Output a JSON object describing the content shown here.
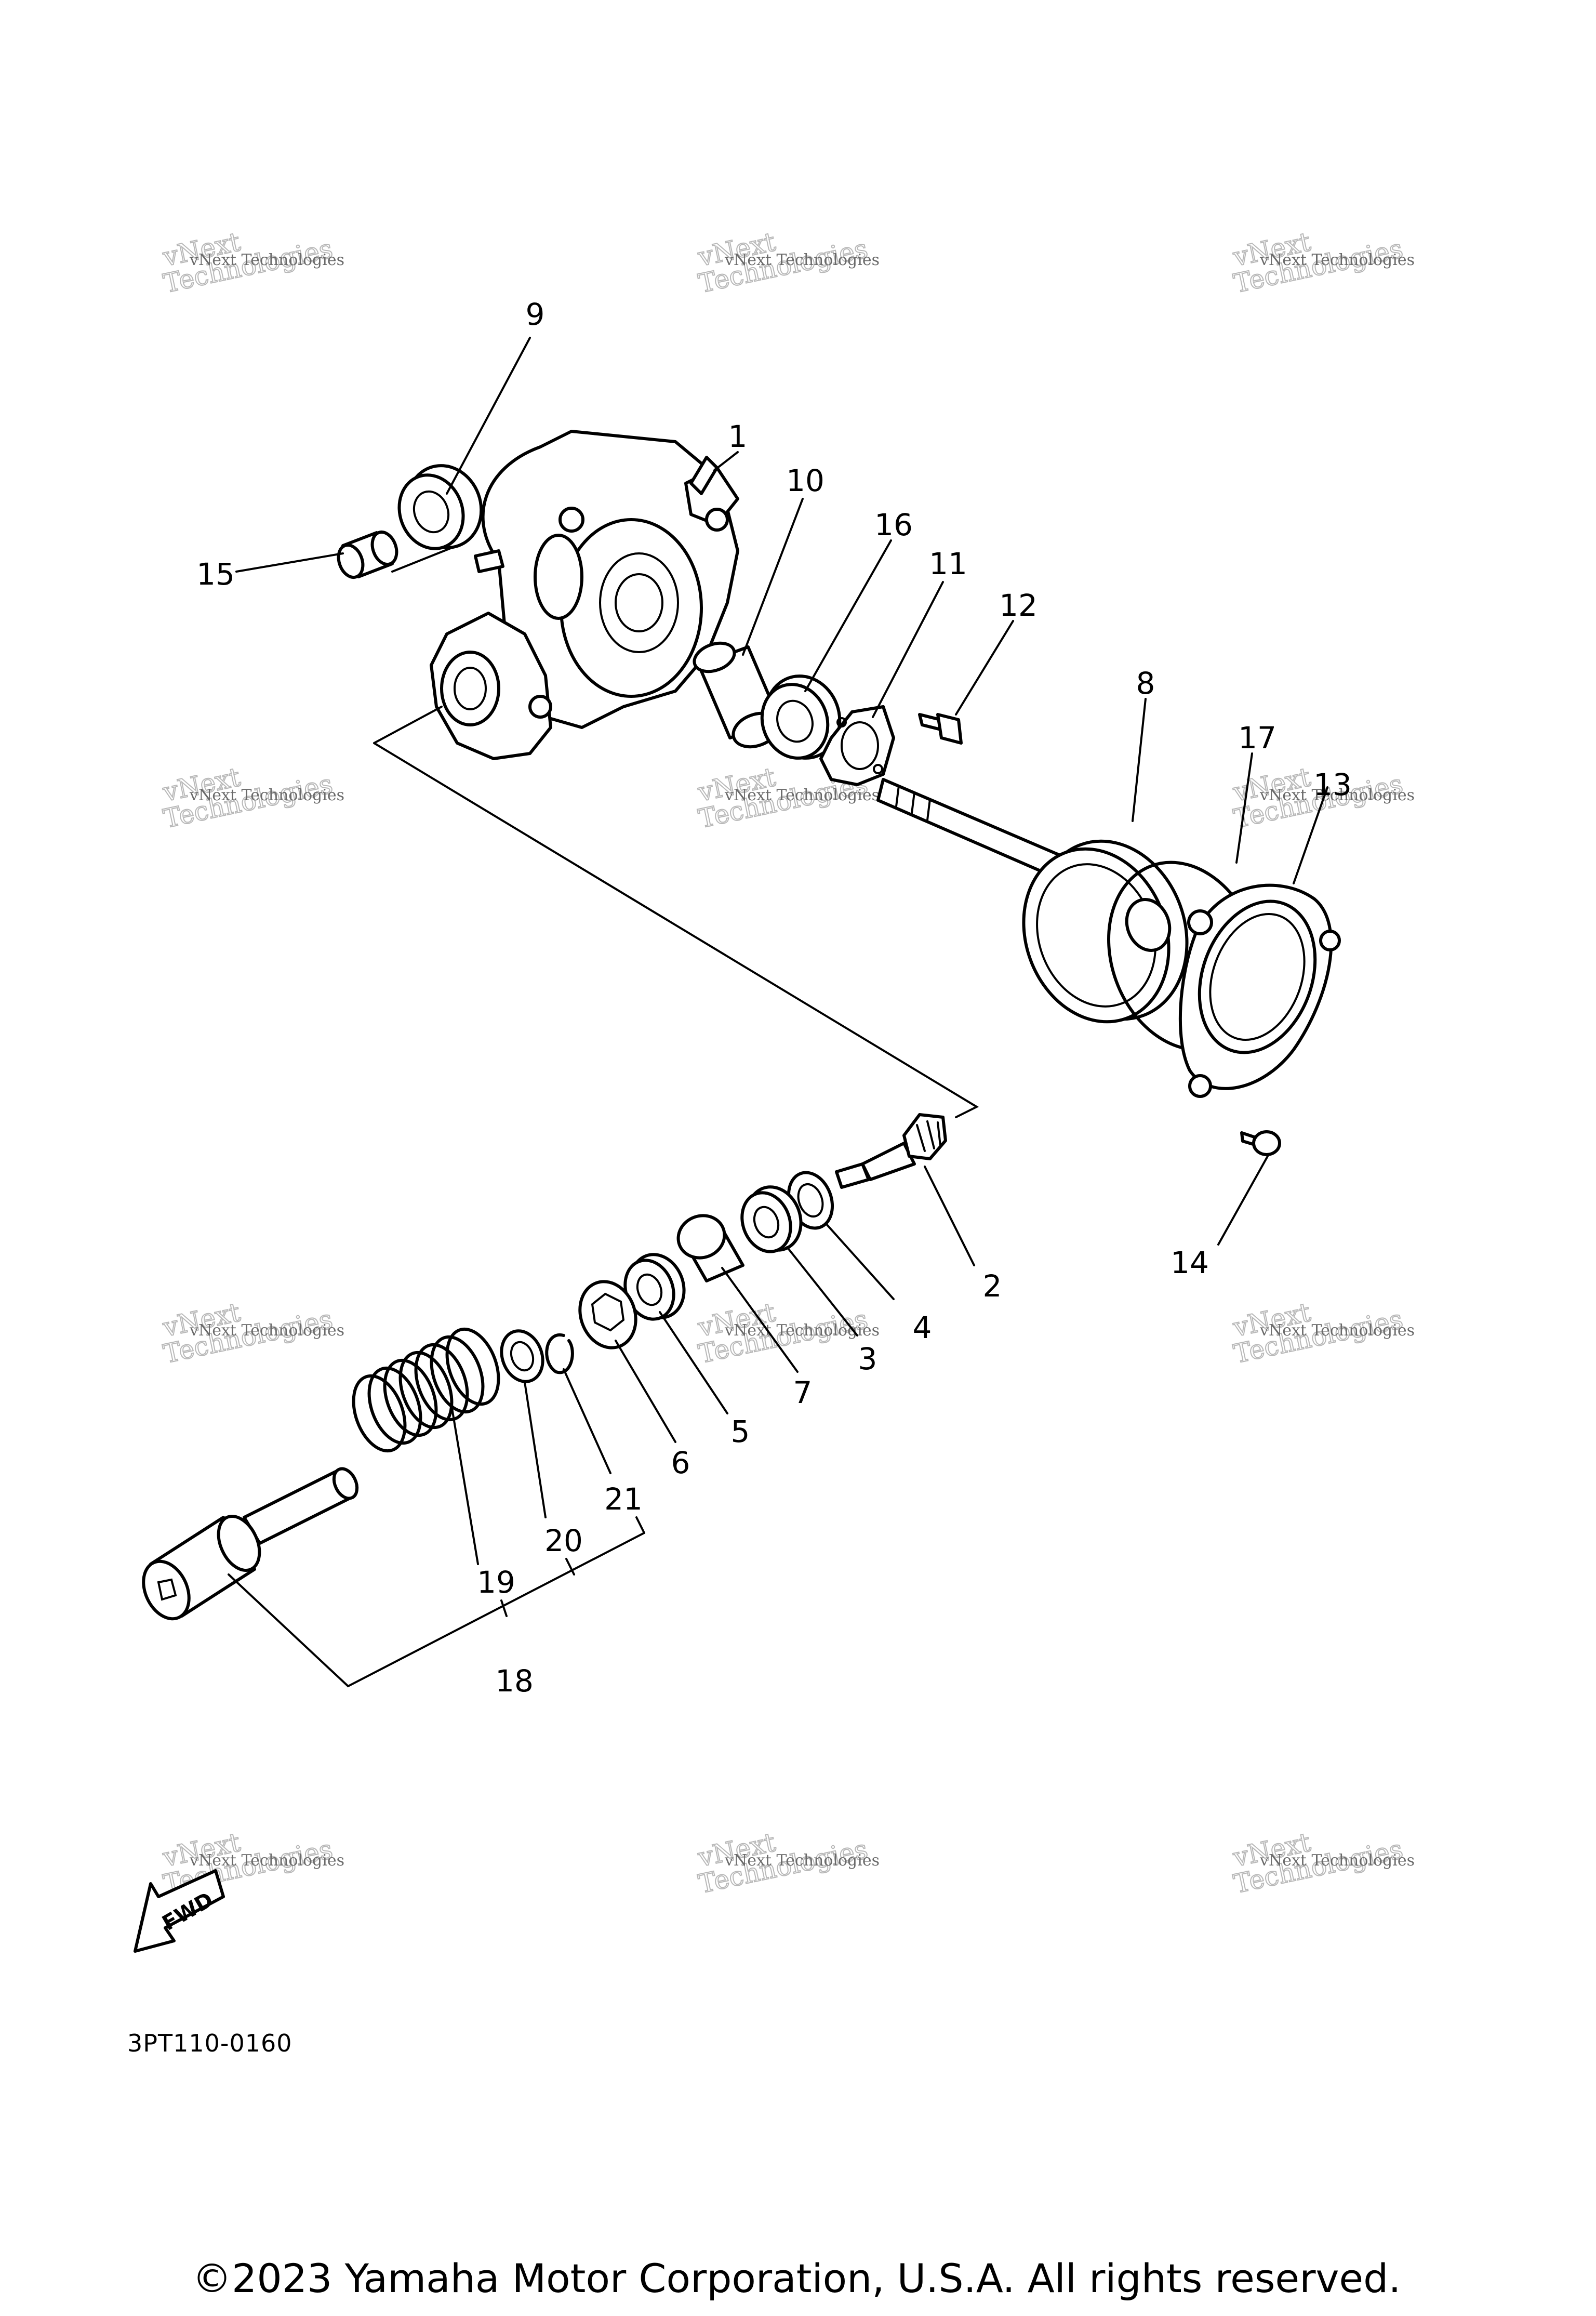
{
  "diagram_code": "3PT110-0160",
  "copyright": "©2023 Yamaha Motor Corporation, U.S.A. All rights reserved.",
  "fwd_label": "FWD",
  "watermark": {
    "line1": "vNext Technologies",
    "line2": "vNext",
    "line3": "Technologies"
  },
  "callouts": {
    "c1": "1",
    "c2": "2",
    "c3": "3",
    "c4": "4",
    "c5": "5",
    "c6": "6",
    "c7": "7",
    "c8": "8",
    "c9": "9",
    "c10": "10",
    "c11": "11",
    "c12": "12",
    "c13": "13",
    "c14": "14",
    "c15": "15",
    "c16": "16",
    "c17": "17",
    "c18": "18",
    "c19": "19",
    "c20": "20",
    "c21": "21"
  }
}
